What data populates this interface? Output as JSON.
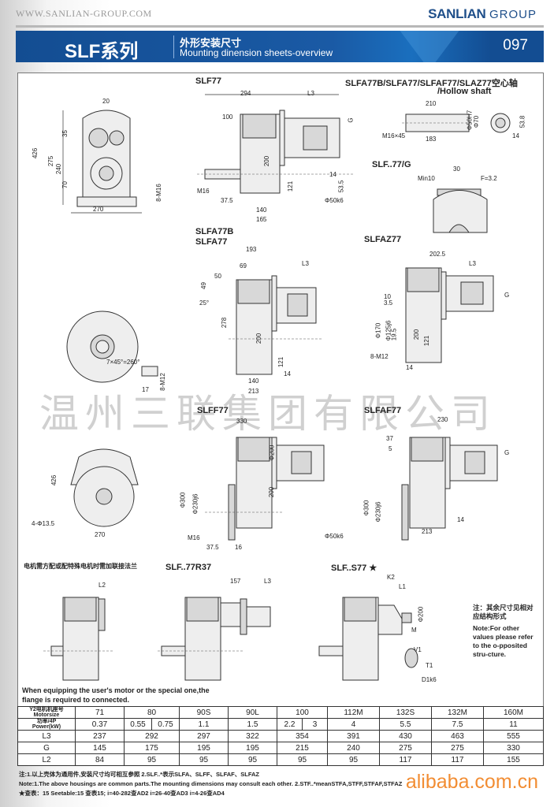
{
  "header": {
    "url": "WWW.SANLIAN-GROUP.COM",
    "logo_main": "SANLIAN",
    "logo_sub": "GROUP",
    "series": "SLF系列",
    "subtitle_cn": "外形安装尺寸",
    "subtitle_en": "Mounting dinension sheets-overview",
    "page_number": "097"
  },
  "drawings": {
    "slf77": {
      "label": "SLF77",
      "dims": [
        "294",
        "L3",
        "100",
        "200",
        "121",
        "M16",
        "37.5",
        "140",
        "165",
        "G",
        "14",
        "53.5",
        "Φ50k6"
      ]
    },
    "hollow": {
      "label": "SLFA77B/SLFA77/SLFAF77/SLAZ77空心轴",
      "label2": "/Hollow shaft",
      "dims": [
        "210",
        "183",
        "M16×45",
        "Φ50H7",
        "Φ70",
        "14",
        "53.8"
      ]
    },
    "g": {
      "label": "SLF..77/G",
      "dims": [
        "30",
        "Min10",
        "F=3.2"
      ]
    },
    "front": {
      "dims": [
        "20",
        "426",
        "275",
        "240",
        "35",
        "70",
        "270",
        "8-M16"
      ]
    },
    "slfa77": {
      "label": "SLFA77B",
      "label2": "SLFA77",
      "dims": [
        "193",
        "69",
        "L3",
        "50",
        "49",
        "25°",
        "278",
        "200",
        "121",
        "140",
        "213",
        "14"
      ]
    },
    "flange": {
      "dims": [
        "7×45°=260°",
        "17",
        "8-M12"
      ]
    },
    "slfaz77": {
      "label": "SLFAZ77",
      "dims": [
        "202.5",
        "L3",
        "G",
        "10",
        "3.5",
        "Φ170",
        "Φ125j6",
        "19.5",
        "121",
        "8-M12",
        "14",
        "200"
      ]
    },
    "slff77": {
      "label": "SLFF77",
      "dims": [
        "330",
        "Φ200",
        "200",
        "Φ300",
        "Φ230j6",
        "M16",
        "37.5",
        "16",
        "Φ50k6"
      ]
    },
    "slfaf77": {
      "label": "SLFAF77",
      "dims": [
        "230",
        "37",
        "5",
        "G",
        "Φ300",
        "Φ230j6",
        "213",
        "14"
      ]
    },
    "front2": {
      "dims": [
        "426",
        "270",
        "4-Φ13.5"
      ]
    },
    "r37": {
      "label": "SLF..77R37",
      "dims": [
        "157",
        "L3"
      ]
    },
    "s77": {
      "label": "SLF..S77",
      "star": "★",
      "dims": [
        "K2",
        "L1",
        "Φ200",
        "M",
        "V1",
        "T1",
        "D1k6"
      ]
    },
    "l2": {
      "dims": [
        "L2"
      ]
    }
  },
  "watermark": "温州三联集团有限公司",
  "notes": {
    "left_cn": "电机需方配或配特殊电机时需加联接法兰",
    "right_cn": "注：其余尺寸见相对应结构形式",
    "right_en": "Note:For other values please refer to the o-pposited stru-cture.",
    "left_en": "When equipping the user's motor  or the  special one,the flange is required to connected."
  },
  "table": {
    "row_headers": {
      "motorsize_cn": "Y2电机机座号",
      "motorsize_en": "Motorsize",
      "power_cn": "功率/4P",
      "power_en": "Power(kW)",
      "l3": "L3",
      "g": "G",
      "l2": "L2"
    },
    "motorsize": [
      "71",
      "80",
      "90S",
      "90L",
      "100",
      "112M",
      "132S",
      "132M",
      "160M"
    ],
    "power": [
      "0.37",
      "0.55",
      "0.75",
      "1.1",
      "1.5",
      "2.2",
      "3",
      "4",
      "5.5",
      "7.5",
      "11"
    ],
    "L3": [
      "237",
      "292",
      "297",
      "322",
      "354",
      "391",
      "430",
      "463",
      "555"
    ],
    "G": [
      "145",
      "175",
      "195",
      "195",
      "215",
      "240",
      "275",
      "275",
      "330"
    ],
    "L2": [
      "84",
      "95",
      "95",
      "95",
      "95",
      "95",
      "117",
      "117",
      "155"
    ]
  },
  "footnotes": [
    "注:1.以上壳体为通用件,安装尺寸均可相互参照    2.SLF..*表示SLFA、SLFF、SLFAF、SLFAZ",
    "Note:1.The above housings are common parts.The mounting dimensions may consult each other.    2.STF..*meanSTFA,STFF,STFAF,STFAZ",
    "★查表：15  Seetable:15 查表15;  i=40-282查AD2  i=26-40查AD3  i=4-26查AD4"
  ],
  "alibaba": "alibaba.com.cn"
}
